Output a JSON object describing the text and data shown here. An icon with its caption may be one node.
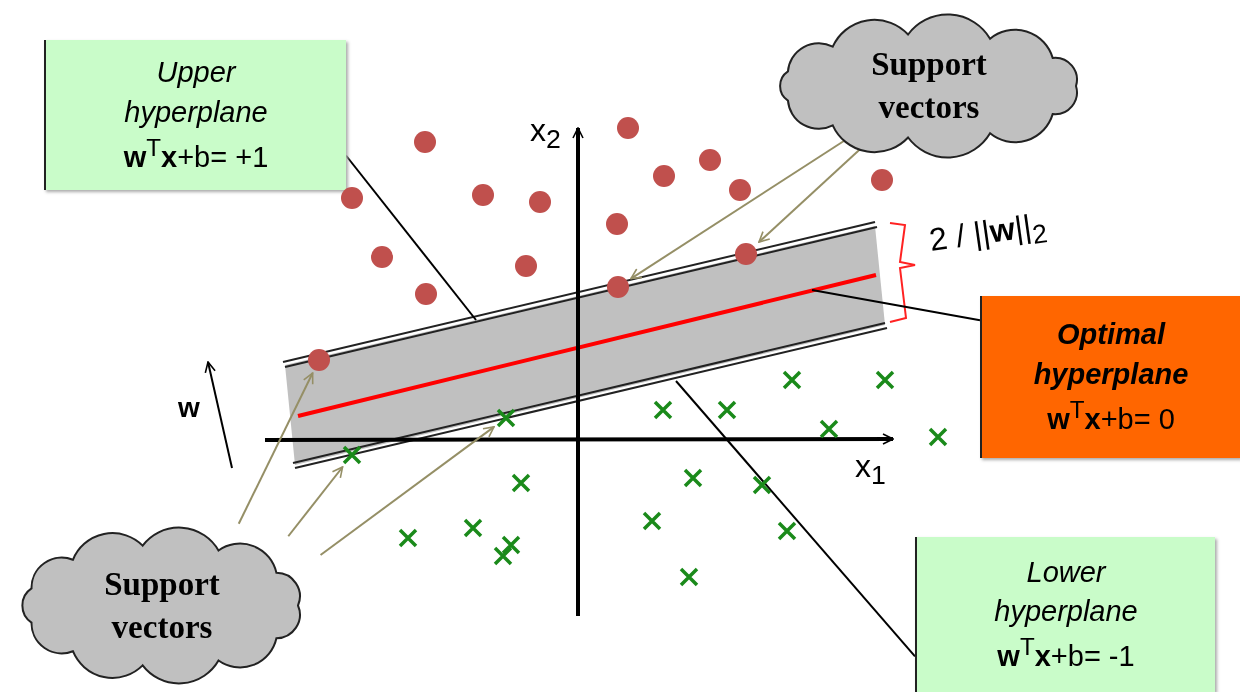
{
  "diagram": {
    "nodes": [
      {
        "text": [
          "Upper hyperplane",
          "**w**$^{T}$**x**+b= +1"
        ]
      },
      {
        "text": [
          "Support vectors"
        ]
      },
      {
        "text": [
          "Optimal hyperplane",
          "**w**$^{T}$**x**+b= 0"
        ]
      },
      {
        "text": [
          "Lower hyperplane",
          "**w**$^{T}$**x**+b= -1"
        ]
      },
      {
        "text": [
          "Support vectors"
        ]
      },
      {
        "text": [],
        "shape": "circle"
      },
      {
        "text": [],
        "shape": "circle"
      },
      {
        "text": [],
        "shape": "circle"
      },
      {
        "text": [],
        "shape": "cross"
      },
      {
        "text": [],
        "shape": "cross"
      },
      {
        "text": [],
        "shape": "circle"
      },
      {
        "text": [],
        "shape": "circle"
      },
      {
        "text": [],
        "shape": "circle"
      },
      {
        "text": [],
        "shape": "circle"
      },
      {
        "text": [],
        "shape": "circle"
      },
      {
        "text": [],
        "shape": "circle"
      },
      {
        "text": [],
        "shape": "circle"
      },
      {
        "text": [],
        "shape": "circle"
      },
      {
        "text": [],
        "shape": "circle"
      },
      {
        "text": [],
        "shape": "circle"
      },
      {
        "text": [],
        "shape": "circle"
      },
      {
        "text": [],
        "shape": "circle"
      },
      {
        "text": [],
        "shape": "circle"
      },
      {
        "text": [],
        "shape": "cross"
      },
      {
        "text": [],
        "shape": "cross"
      },
      {
        "text": [],
        "shape": "cross"
      },
      {
        "text": [],
        "shape": "cross"
      },
      {
        "text": [],
        "shape": "cross"
      },
      {
        "text": [],
        "shape": "cross"
      },
      {
        "text": [],
        "shape": "cross"
      },
      {
        "text": [],
        "shape": "cross"
      },
      {
        "text": [],
        "shape": "cross"
      },
      {
        "text": [],
        "shape": "cross"
      },
      {
        "text": [],
        "shape": "cross"
      },
      {
        "text": [],
        "shape": "cross"
      },
      {
        "text": [],
        "shape": "cross"
      },
      {
        "text": [],
        "shape": "cross"
      },
      {
        "text": [],
        "shape": "cross"
      },
      {
        "text": [],
        "shape": "cross"
      }
    ],
    "edges": [
      {
        "from": 1,
        "to": 5,
        "arrow": "to"
      },
      {
        "from": 1,
        "to": 6,
        "arrow": "to"
      },
      {
        "from": 4,
        "to": 7,
        "arrow": "to"
      },
      {
        "from": 4,
        "to": 8,
        "arrow": "to"
      },
      {
        "from": 4,
        "to": 9,
        "arrow": "to"
      },
      {
        "from": 0,
        "to": null,
        "arrow": "none",
        "color": "#000000"
      },
      {
        "from": 2,
        "to": null,
        "arrow": "none",
        "color": "#000000"
      },
      {
        "from": 3,
        "to": null,
        "arrow": "none",
        "color": "#000000"
      }
    ],
    "labels": [
      "x$_{2}$",
      "x$_{1}$",
      "w",
      "2 / ||**w**||$_{2}$"
    ]
  }
}
